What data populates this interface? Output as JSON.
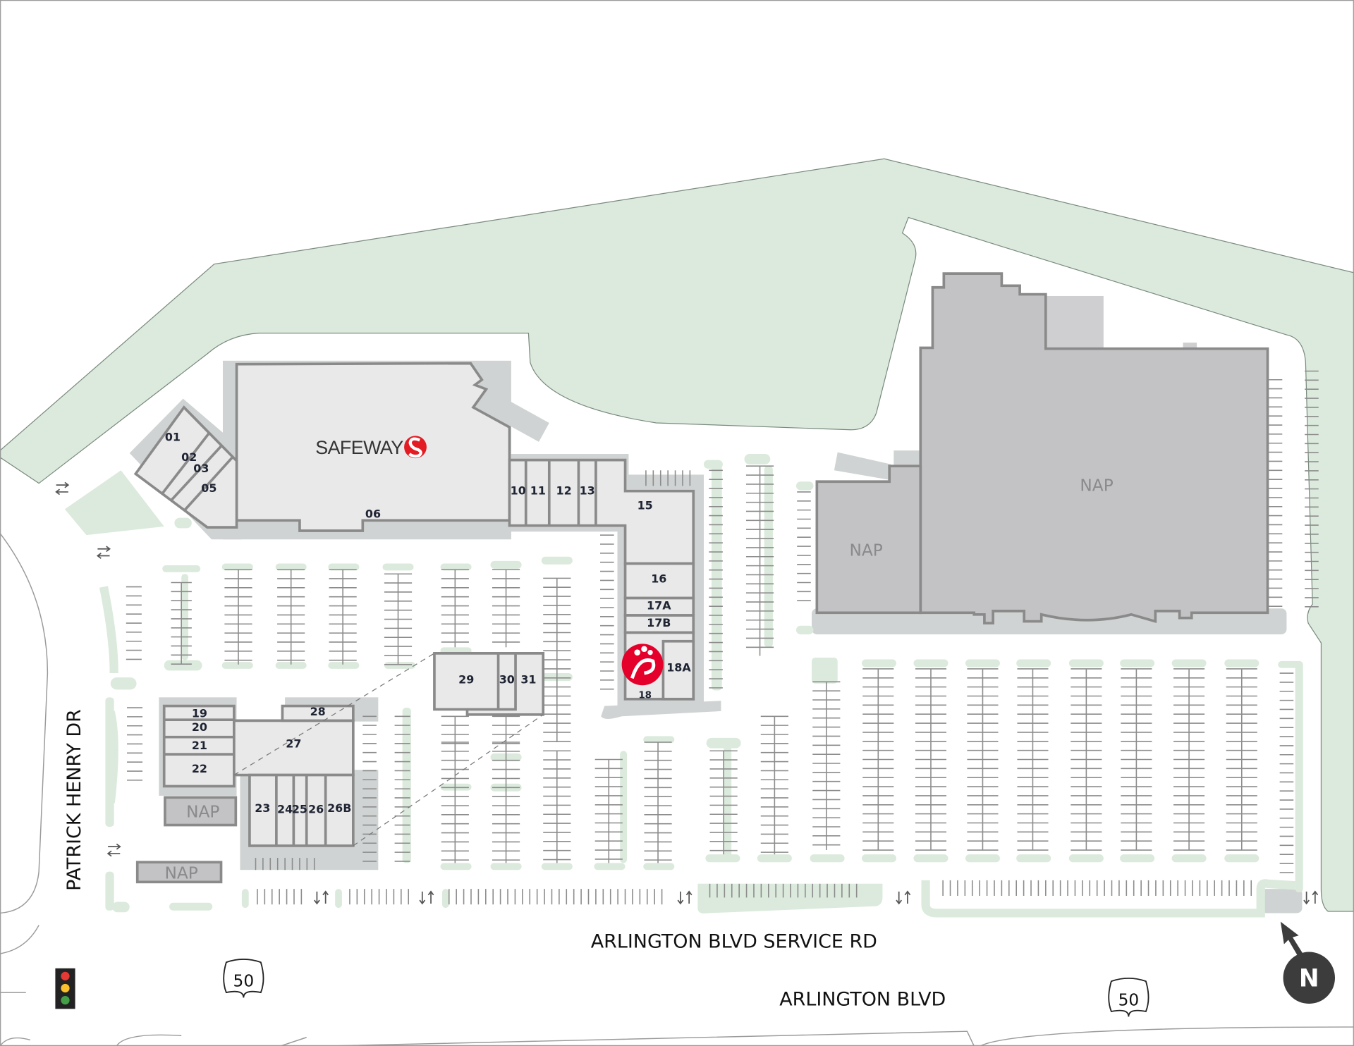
{
  "map": {
    "anchor_store": "SAFEWAY",
    "units": {
      "u01": "01",
      "u02": "02",
      "u03": "03",
      "u05": "05",
      "u06": "06",
      "u10": "10",
      "u11": "11",
      "u12": "12",
      "u13": "13",
      "u15": "15",
      "u16": "16",
      "u17a": "17A",
      "u17b": "17B",
      "u18": "18",
      "u18a": "18A",
      "u19": "19",
      "u20": "20",
      "u21": "21",
      "u22": "22",
      "u23": "23",
      "u24": "24",
      "u25": "25",
      "u26": "26",
      "u26b": "26B",
      "u27": "27",
      "u28": "28",
      "u29": "29",
      "u30": "30",
      "u31": "31"
    },
    "nap_labels": [
      "NAP",
      "NAP",
      "NAP",
      "NAP"
    ],
    "roads": {
      "west": "PATRICK HENRY DR",
      "service": "ARLINGTON BLVD SERVICE RD",
      "main": "ARLINGTON BLVD"
    },
    "route_shields": [
      "50",
      "50"
    ],
    "north_label": "N",
    "icons": [
      "safeway-logo-icon",
      "chick-fil-a-logo-icon",
      "traffic-light-icon",
      "route-shield-icon",
      "north-arrow-icon",
      "two-way-arrow-icon"
    ],
    "colors": {
      "landscape": "#dbeadc",
      "building": "#e9e9e9",
      "nap_building": "#c3c3c5",
      "safeway_red": "#e31b23",
      "chick_fil_a_red": "#e4002b",
      "north_badge": "#3c3c3c"
    }
  }
}
